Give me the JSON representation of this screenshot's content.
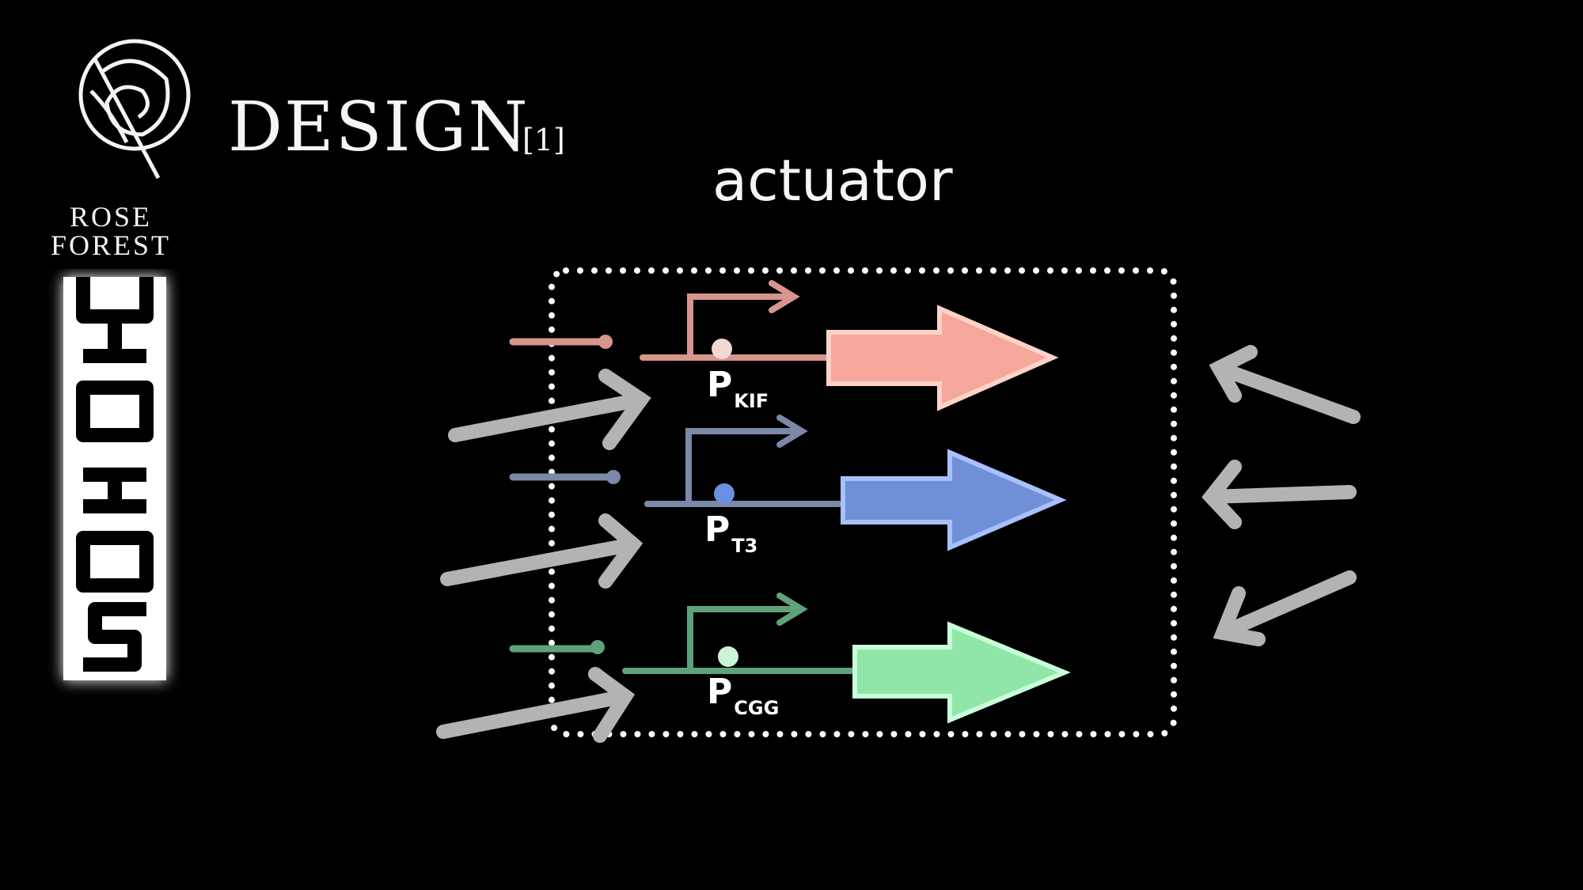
{
  "logo": {
    "line1": "ROSE",
    "line2": "FOREST"
  },
  "header": {
    "title": "DESIGN",
    "title_suffix": "[1]",
    "subtitle": "actuator"
  },
  "promoters": [
    {
      "p": "P",
      "sub": "KIF",
      "color": "#f4a79a"
    },
    {
      "p": "P",
      "sub": "T3",
      "color": "#6f8fd6"
    },
    {
      "p": "P",
      "sub": "CGG",
      "color": "#8fe6a8"
    }
  ],
  "colors": {
    "background": "#000000",
    "input_arrows": "#b3b3b3",
    "module_border": "#ffffff",
    "pink_line": "#d7958d",
    "blue_line": "#7c88a8",
    "green_line": "#5fa27a"
  }
}
